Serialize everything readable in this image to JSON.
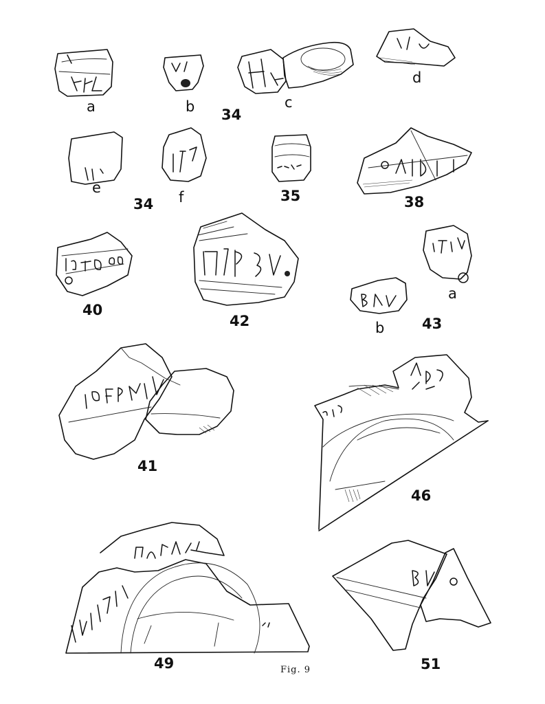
{
  "figure": {
    "caption": "Fig. 9",
    "labels": {
      "l34a": "a",
      "l34b": "b",
      "l34c": "c",
      "l34d": "d",
      "l34e": "e",
      "l34f": "f",
      "n34_top": "34",
      "n34_bottom": "34",
      "n35": "35",
      "n38": "38",
      "n40": "40",
      "n42": "42",
      "l43a": "a",
      "l43b": "b",
      "n43": "43",
      "n41": "41",
      "n46": "46",
      "n49": "49",
      "n51": "51"
    }
  }
}
